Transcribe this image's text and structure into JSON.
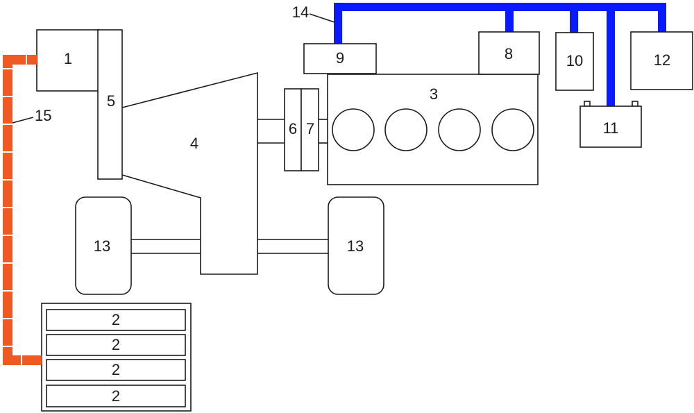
{
  "colors": {
    "hv_cable": "#0a1aff",
    "lv_cable": "#f05a22",
    "lv_cable_stripe": "#ffffff",
    "line": "#1a1a1a"
  },
  "labels": {
    "c1": "1",
    "c2a": "2",
    "c2b": "2",
    "c2c": "2",
    "c2d": "2",
    "c3": "3",
    "c4": "4",
    "c5": "5",
    "c6": "6",
    "c7": "7",
    "c8": "8",
    "c9": "9",
    "c10": "10",
    "c11": "11",
    "c12": "12",
    "c13a": "13",
    "c13b": "13",
    "c14": "14",
    "c15": "15"
  }
}
